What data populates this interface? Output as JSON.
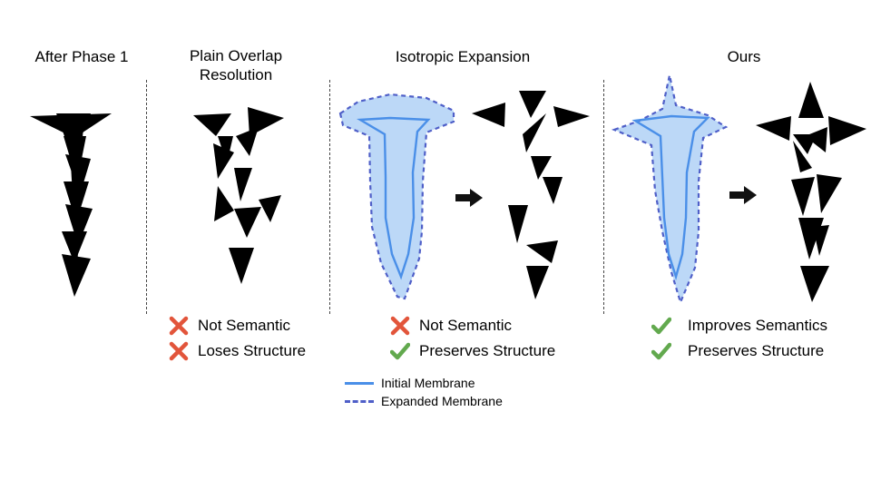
{
  "columns": {
    "phase1": {
      "title": "After Phase 1"
    },
    "plain": {
      "title_line1": "Plain Overlap",
      "title_line2": "Resolution"
    },
    "isotropic": {
      "title": "Isotropic Expansion"
    },
    "ours": {
      "title": "Ours"
    }
  },
  "outcomes": {
    "plain": [
      {
        "mark": "cross",
        "text": "Not Semantic"
      },
      {
        "mark": "cross",
        "text": "Loses Structure"
      }
    ],
    "isotropic": [
      {
        "mark": "cross",
        "text": "Not Semantic"
      },
      {
        "mark": "check",
        "text": "Preserves Structure"
      }
    ],
    "ours": [
      {
        "mark": "check",
        "text": "Improves Semantics"
      },
      {
        "mark": "check",
        "text": "Preserves Structure"
      }
    ]
  },
  "legend": {
    "initial": "Initial Membrane",
    "expanded": "Expanded Membrane"
  },
  "colors": {
    "cross": "#e2553b",
    "check": "#62a94e",
    "initial_membrane": "#4a8fe8",
    "expanded_membrane": "#4f5fc8",
    "membrane_fill": "#bcd8f7",
    "triangles": "#000000"
  }
}
